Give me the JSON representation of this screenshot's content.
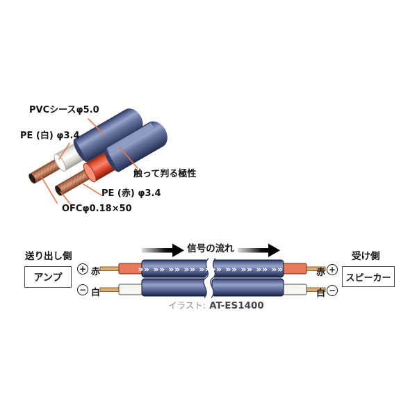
{
  "cross_section": {
    "pvc_label": "PVCシースφ5.0",
    "pe_white_label": "PE (白) φ3.4",
    "polarity_label": "触って判る極性",
    "pe_red_label": "PE (赤) φ3.4",
    "ofc_label": "OFCφ0.18×50"
  },
  "flow": {
    "signal_flow_label": "信号の流れ",
    "send_title": "送り出し側",
    "send_device": "アンプ",
    "receive_title": "受け側",
    "receive_device": "スピーカー",
    "red_label": "赤",
    "white_label": "白",
    "plus": "+",
    "minus": "−",
    "chevrons": "»» »» »» »» »»",
    "caption_prefix": "イラスト:",
    "caption_model": "AT-ES1400"
  },
  "colors": {
    "pvc_sheath_navy": "#5a6890",
    "pe_red": "#e94b2b",
    "pe_white": "#f6f4f0",
    "copper": "#c9876a",
    "leader_line": "#e5764d",
    "arrow_black": "#000000"
  }
}
